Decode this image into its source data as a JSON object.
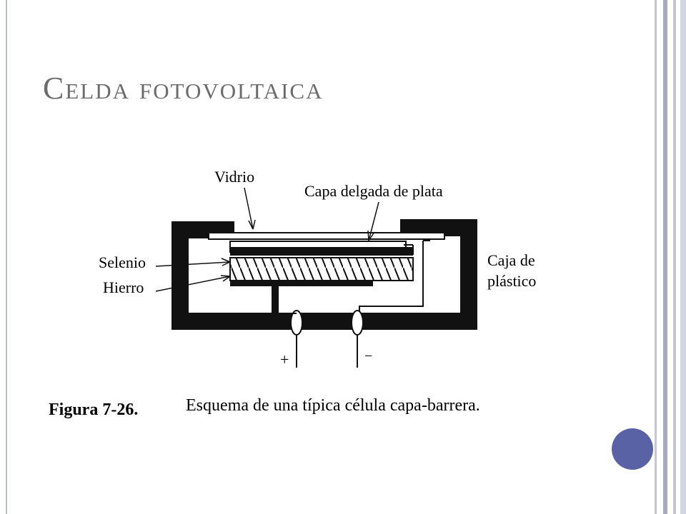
{
  "slide": {
    "title": "Celda fotovoltaica",
    "accent_color": "#5a62a6"
  },
  "diagram": {
    "labels": {
      "vidrio": "Vidrio",
      "capa": "Capa delgada de plata",
      "selenio": "Selenio",
      "hierro": "Hierro",
      "caja_line1": "Caja de",
      "caja_line2": "plástico",
      "plus": "+",
      "minus": "−"
    },
    "caption": {
      "figure": "Figura 7-26.",
      "text": "Esquema de una típica célula capa-barrera."
    }
  }
}
